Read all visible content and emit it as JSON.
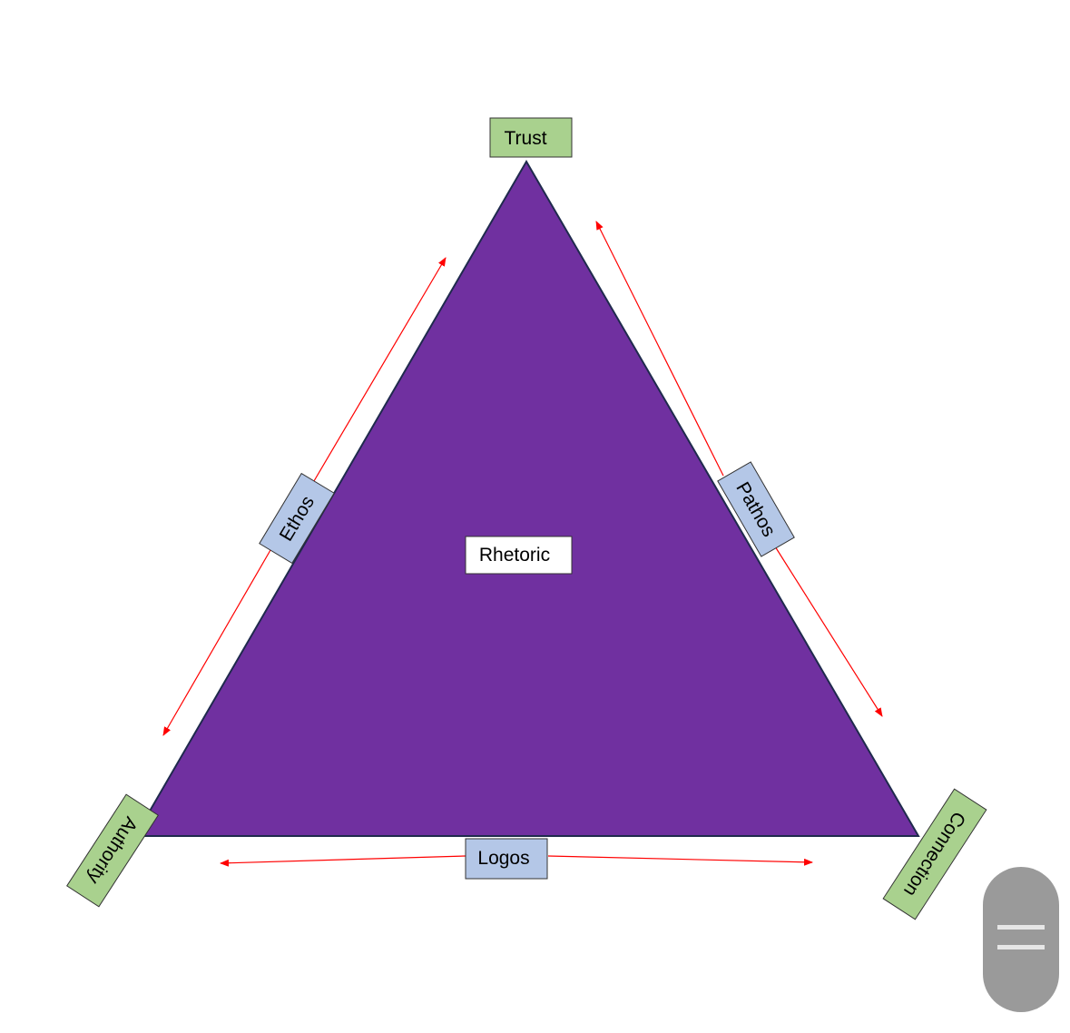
{
  "diagram": {
    "center_label": "Rhetoric",
    "vertices": {
      "top": "Trust",
      "bottom_left": "Authority",
      "bottom_right": "Connection"
    },
    "edges": {
      "left": "Ethos",
      "right": "Pathos",
      "bottom": "Logos"
    }
  },
  "colors": {
    "triangle_fill": "#7030a0",
    "triangle_stroke": "#1f2a4d",
    "vertex_fill": "#a9d18e",
    "edge_label_fill": "#b4c7e7",
    "arrow": "#ff0000",
    "scroll_handle": "#9a9a9a"
  }
}
